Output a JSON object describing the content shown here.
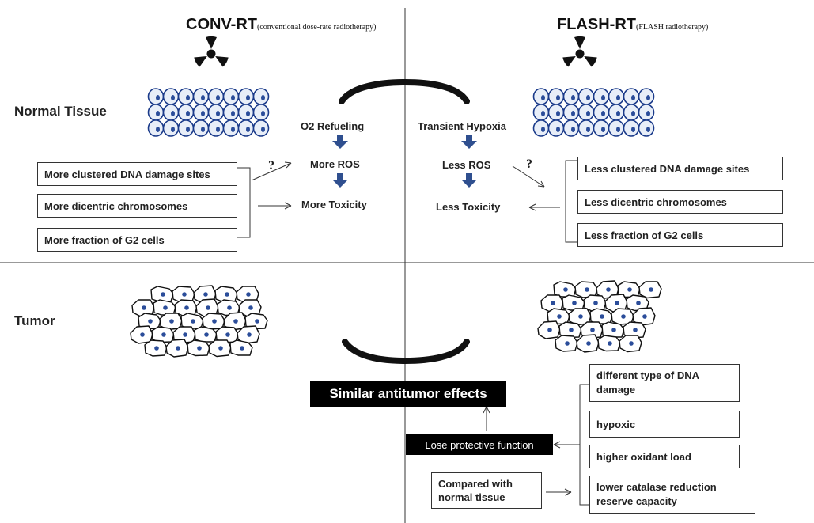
{
  "headings": {
    "conv_main": "CONV-RT",
    "conv_sub": "(conventional dose-rate radiotherapy)",
    "flash_main": "FLASH-RT",
    "flash_sub": "(FLASH radiotherapy)"
  },
  "sections": {
    "normal": "Normal Tissue",
    "tumor": "Tumor"
  },
  "conv_pathway": {
    "step1": "O2 Refueling",
    "step2": "More ROS",
    "step3": "More Toxicity",
    "question": "?"
  },
  "flash_pathway": {
    "step1": "Transient Hypoxia",
    "step2": "Less ROS",
    "step3": "Less Toxicity",
    "question": "?"
  },
  "conv_boxes": [
    "More clustered DNA damage sites",
    "More  dicentric chromosomes",
    "More fraction of G2 cells"
  ],
  "flash_boxes": [
    "Less clustered DNA damage sites",
    "Less  dicentric chromosomes",
    "Less  fraction of G2 cells"
  ],
  "tumor": {
    "similar_effects": "Similar antitumor effects",
    "lose_protective": "Lose protective function",
    "compared_line1": "Compared with",
    "compared_line2": "normal tissue",
    "factors": [
      [
        "different type of DNA",
        "damage"
      ],
      [
        "hypoxic"
      ],
      [
        "higher oxidant load"
      ],
      [
        "lower catalase reduction",
        "reserve capacity"
      ]
    ]
  },
  "colors": {
    "cell_fill": "#e8eef8",
    "cell_stroke": "#1a3a8a",
    "nucleus": "#2b4d9a",
    "pathway_arrow": "#2f4f8f",
    "line": "#333333"
  },
  "icons": [
    "radiation-icon",
    "radiation-icon"
  ]
}
